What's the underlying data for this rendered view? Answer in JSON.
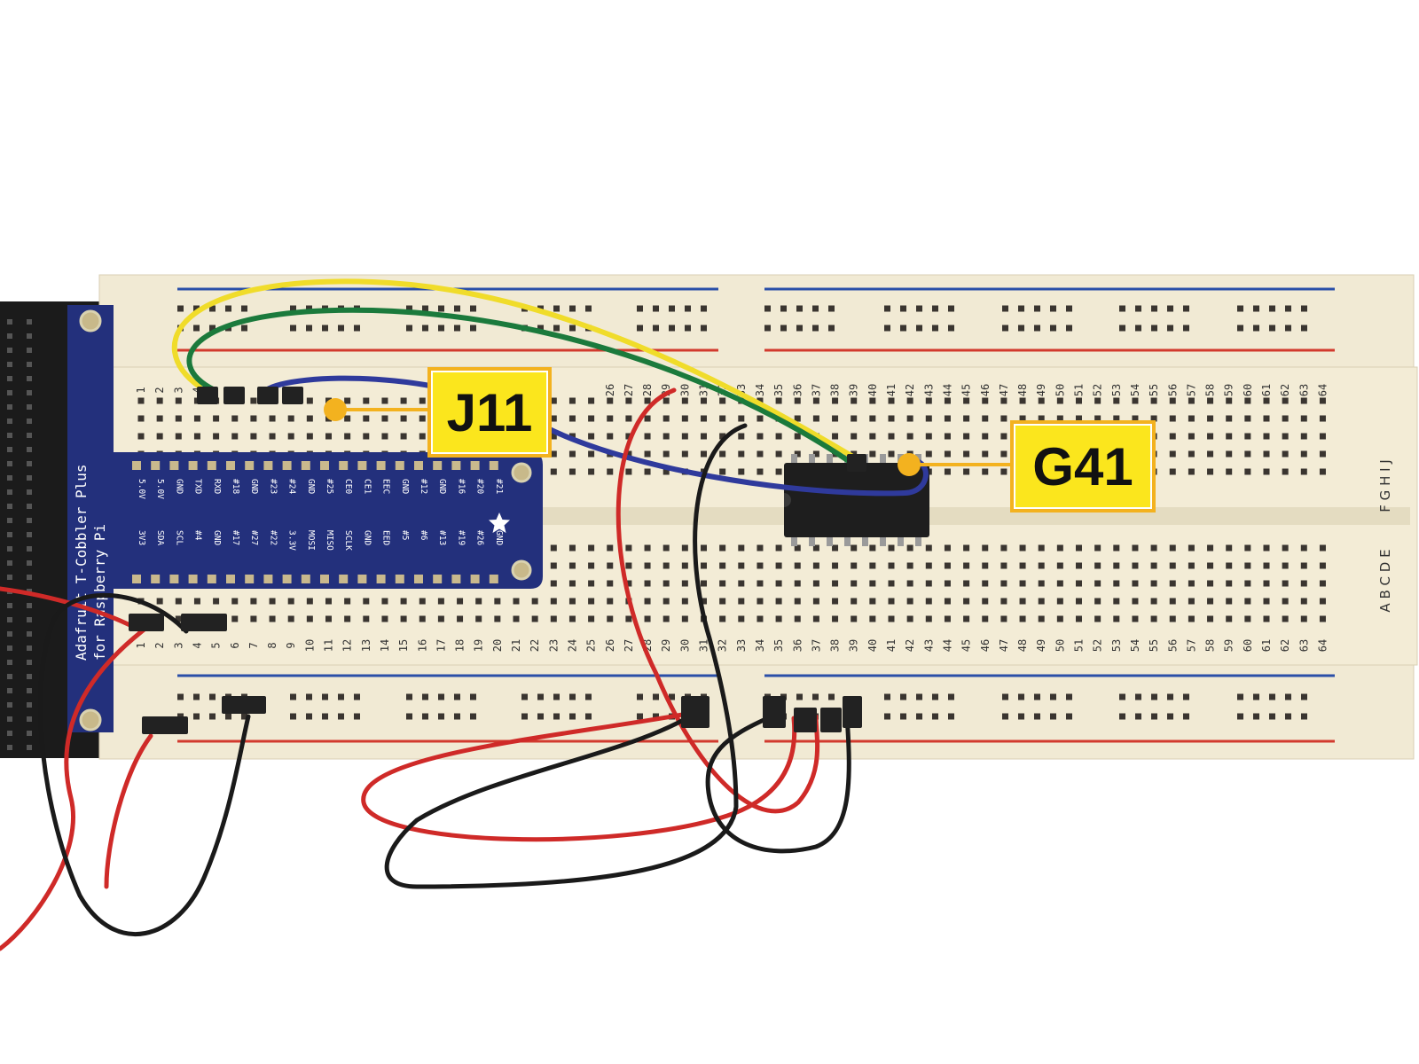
{
  "callouts": {
    "j11": "J11",
    "g41": "G41"
  },
  "breadboard": {
    "row_letters_top": "F G H I J",
    "row_letters_bottom": "A B C D E"
  },
  "cobbler": {
    "title_line1": "Adafruit T-Cobbler Plus",
    "title_line2": "for Raspberry Pi",
    "top_row_labels": [
      "5.0V",
      "5.0V",
      "GND",
      "TXD",
      "RXD",
      "#18",
      "GND",
      "#23",
      "#24",
      "GND",
      "#25",
      "CE0",
      "CE1",
      "EEC",
      "GND",
      "#12",
      "GND",
      "#16",
      "#20",
      "#21"
    ],
    "bottom_row_labels": [
      "3V3",
      "SDA",
      "SCL",
      "#4",
      "GND",
      "#17",
      "#27",
      "#22",
      "3.3V",
      "MOSI",
      "MISO",
      "SCLK",
      "GND",
      "EED",
      "#5",
      "#6",
      "#13",
      "#19",
      "#26",
      "GND"
    ]
  },
  "colors": {
    "board": "#f1ead4",
    "rail_red": "#d23a2e",
    "rail_blue": "#2a4fa8",
    "cobbler_pcb": "#23307c",
    "wire_yellow": "#f0dc2a",
    "wire_green": "#1b7a3c",
    "wire_blue": "#2f3a9c",
    "wire_red": "#cf2a28",
    "wire_black": "#1a1a1a",
    "callout_fill": "#fbe61d",
    "callout_border": "#f3b21f",
    "dot": "#f3b21f"
  }
}
